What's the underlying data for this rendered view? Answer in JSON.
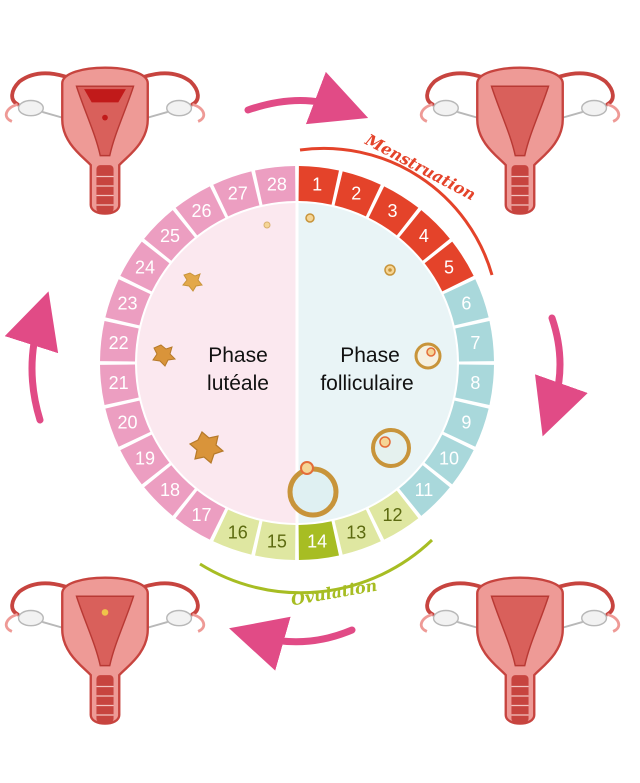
{
  "colors": {
    "menstruation": "#e4432a",
    "follicular": "#a9d8db",
    "ovulation_light": "#dfe7a1",
    "ovulation_peak": "#a7bd23",
    "luteal": "#ec9ec1",
    "luteal_bg": "#fbe8ef",
    "follicular_bg": "#e9f4f6",
    "cycle_arrow": "#e14b86",
    "ovulation_arc": "#a7bd23",
    "uterus_tissue": "#ee9a96",
    "uterus_outline": "#c7443f",
    "follicle": "#c8943a"
  },
  "phases": {
    "follicular_line1": "Phase",
    "follicular_line2": "folliculaire",
    "luteal_line1": "Phase",
    "luteal_line2": "lutéale"
  },
  "arcs": {
    "menstruation": "Menstruation",
    "ovulation": "Ovulation"
  },
  "days": [
    {
      "label": "1",
      "phase": "menstruation"
    },
    {
      "label": "2",
      "phase": "menstruation"
    },
    {
      "label": "3",
      "phase": "menstruation"
    },
    {
      "label": "4",
      "phase": "menstruation"
    },
    {
      "label": "5",
      "phase": "menstruation"
    },
    {
      "label": "6",
      "phase": "follicular"
    },
    {
      "label": "7",
      "phase": "follicular"
    },
    {
      "label": "8",
      "phase": "follicular"
    },
    {
      "label": "9",
      "phase": "follicular"
    },
    {
      "label": "10",
      "phase": "follicular"
    },
    {
      "label": "11",
      "phase": "follicular"
    },
    {
      "label": "12",
      "phase": "ovulation_light"
    },
    {
      "label": "13",
      "phase": "ovulation_light"
    },
    {
      "label": "14",
      "phase": "ovulation_peak"
    },
    {
      "label": "15",
      "phase": "ovulation_light"
    },
    {
      "label": "16",
      "phase": "ovulation_light"
    },
    {
      "label": "17",
      "phase": "luteal"
    },
    {
      "label": "18",
      "phase": "luteal"
    },
    {
      "label": "19",
      "phase": "luteal"
    },
    {
      "label": "20",
      "phase": "luteal"
    },
    {
      "label": "21",
      "phase": "luteal"
    },
    {
      "label": "22",
      "phase": "luteal"
    },
    {
      "label": "23",
      "phase": "luteal"
    },
    {
      "label": "24",
      "phase": "luteal"
    },
    {
      "label": "25",
      "phase": "luteal"
    },
    {
      "label": "26",
      "phase": "luteal"
    },
    {
      "label": "27",
      "phase": "luteal"
    },
    {
      "label": "28",
      "phase": "luteal"
    }
  ],
  "icons": {
    "uterus": "uterus-icon",
    "follicle": "follicle-icon",
    "corpus_luteum": "corpus-luteum-icon",
    "cycle_arrow": "cycle-arrow-icon"
  }
}
